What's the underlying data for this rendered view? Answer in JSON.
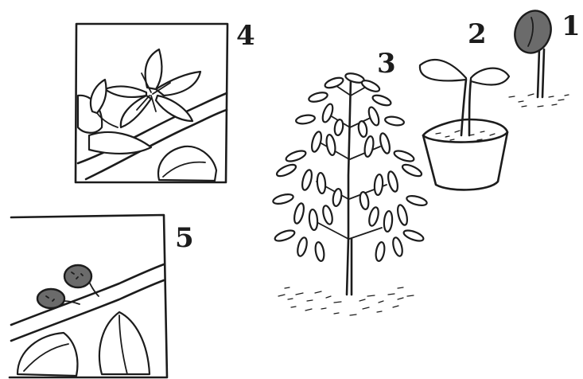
{
  "diagram": {
    "colors": {
      "ink": "#1c1c1c",
      "seed": "#6b6b6b",
      "background": "#ffffff"
    },
    "stages": [
      {
        "label": "1",
        "icon": "seed-on-stick-icon"
      },
      {
        "label": "2",
        "icon": "seedling-in-pot-icon"
      },
      {
        "label": "3",
        "icon": "young-tree-icon"
      },
      {
        "label": "4",
        "icon": "flowering-branch-icon"
      },
      {
        "label": "5",
        "icon": "fruiting-branch-icon"
      }
    ]
  }
}
